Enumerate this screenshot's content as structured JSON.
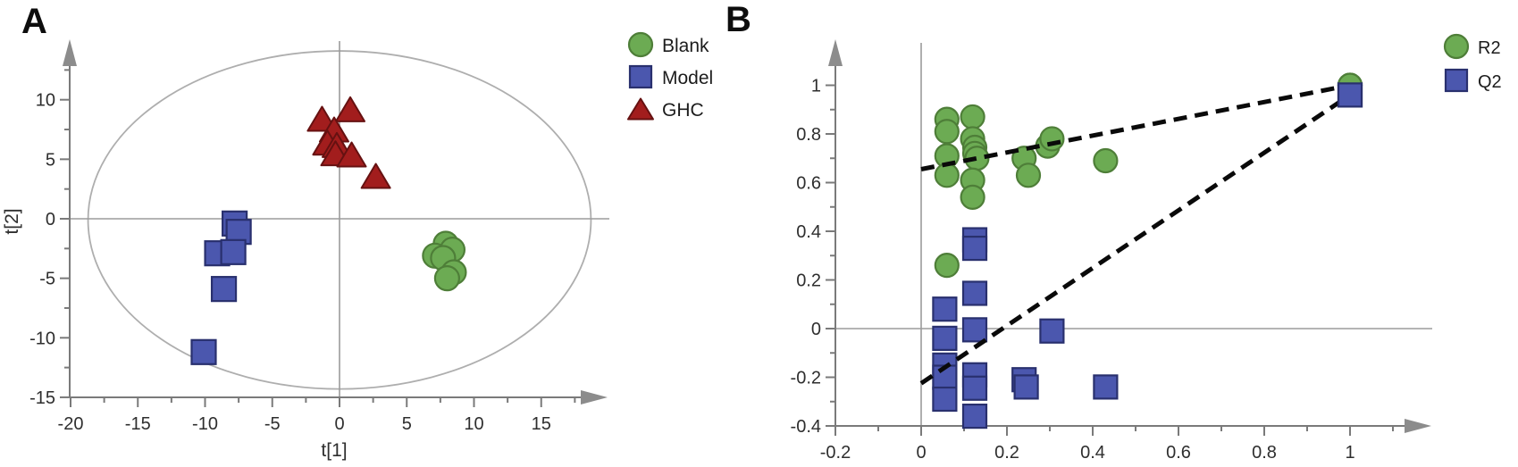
{
  "colors": {
    "background": "#ffffff",
    "axis": "#7a7a7a",
    "arrow": "#8c8c8c",
    "zero_line": "#9b9b9b",
    "ellipse": "#aeaeae",
    "dash_line": "#0a0a0a",
    "tick_text": "#2e2e2e",
    "legend_text": "#1c1c1c",
    "blank_green_fill": "#6cab53",
    "blank_green_stroke": "#4e7e38",
    "model_blue_fill": "#4b57ae",
    "model_blue_stroke": "#29306e",
    "ghc_red_fill": "#a21d1d",
    "ghc_red_stroke": "#661111"
  },
  "chart_data": [
    {
      "type": "scatter",
      "panel_label": "A",
      "xlabel": "t[1]",
      "ylabel": "t[2]",
      "xlim": [
        -20.3,
        19.8
      ],
      "ylim": [
        -15.0,
        15.1
      ],
      "grid": false,
      "zero_lines": true,
      "legend_position": "top-right-outside",
      "x_ticks": [
        -20,
        -15,
        -10,
        -5,
        0,
        5,
        10,
        15
      ],
      "x_tick_labels": [
        "-20",
        "-15",
        "-10",
        "-5",
        "0",
        "5",
        "10",
        "15"
      ],
      "x_minor_ticks": [
        -17.5,
        -12.5,
        -7.5,
        -2.5,
        2.5,
        7.5,
        12.5,
        17.5
      ],
      "y_ticks": [
        -15,
        -10,
        -5,
        0,
        5,
        10
      ],
      "y_tick_labels": [
        "-15",
        "-10",
        "-5",
        "0",
        "5",
        "10"
      ],
      "y_minor_ticks": [
        -12.5,
        -7.5,
        -2.5,
        2.5,
        7.5,
        12.5
      ],
      "hotelling_ellipse": {
        "cx": 0,
        "cy": -0.1,
        "rx": 18.7,
        "ry": 14.2
      },
      "series": [
        {
          "name": "Blank",
          "marker": "circle",
          "fill": "#6cab53",
          "stroke": "#4e7e38",
          "points": [
            [
              7.9,
              -2.1
            ],
            [
              8.4,
              -2.6
            ],
            [
              7.1,
              -3.1
            ],
            [
              7.7,
              -3.3
            ],
            [
              8.5,
              -4.5
            ],
            [
              8.0,
              -5.0
            ]
          ]
        },
        {
          "name": "Model",
          "marker": "square",
          "fill": "#4b57ae",
          "stroke": "#29306e",
          "points": [
            [
              -7.8,
              -0.4
            ],
            [
              -7.5,
              -1.1
            ],
            [
              -9.1,
              -2.9
            ],
            [
              -7.9,
              -2.8
            ],
            [
              -8.6,
              -5.9
            ],
            [
              -10.1,
              -11.2
            ]
          ]
        },
        {
          "name": "GHC",
          "marker": "triangle",
          "fill": "#a21d1d",
          "stroke": "#661111",
          "points": [
            [
              0.8,
              9.2
            ],
            [
              -1.3,
              8.4
            ],
            [
              -0.4,
              7.5
            ],
            [
              -0.9,
              6.4
            ],
            [
              -0.2,
              6.2
            ],
            [
              -0.3,
              5.5
            ],
            [
              0.9,
              5.4
            ],
            [
              2.7,
              3.6
            ]
          ]
        }
      ]
    },
    {
      "type": "scatter",
      "panel_label": "B",
      "xlabel": "",
      "ylabel": "",
      "xlim": [
        -0.25,
        1.18
      ],
      "ylim": [
        -0.44,
        1.18
      ],
      "grid": false,
      "zero_lines": true,
      "legend_position": "top-right-outside",
      "x_ticks": [
        -0.2,
        0,
        0.2,
        0.4,
        0.6,
        0.8,
        1
      ],
      "x_tick_labels": [
        "-0.2",
        "0",
        "0.2",
        "0.4",
        "0.6",
        "0.8",
        "1"
      ],
      "x_minor_ticks": [
        -0.1,
        0.1,
        0.3,
        0.5,
        0.7,
        0.9,
        1.1
      ],
      "y_ticks": [
        -0.4,
        -0.2,
        0,
        0.2,
        0.4,
        0.6,
        0.8,
        1
      ],
      "y_tick_labels": [
        "-0.4",
        "-0.2",
        "0",
        "0.2",
        "0.4",
        "0.6",
        "0.8",
        "1"
      ],
      "y_minor_ticks": [
        -0.3,
        -0.1,
        0.1,
        0.3,
        0.5,
        0.7,
        0.9
      ],
      "series": [
        {
          "name": "R2",
          "marker": "circle",
          "fill": "#6cab53",
          "stroke": "#4e7e38",
          "points": [
            [
              0.06,
              0.86
            ],
            [
              0.06,
              0.81
            ],
            [
              0.06,
              0.71
            ],
            [
              0.06,
              0.63
            ],
            [
              0.06,
              0.26
            ],
            [
              0.12,
              0.87
            ],
            [
              0.12,
              0.78
            ],
            [
              0.125,
              0.745
            ],
            [
              0.125,
              0.72
            ],
            [
              0.13,
              0.7
            ],
            [
              0.12,
              0.61
            ],
            [
              0.12,
              0.54
            ],
            [
              0.24,
              0.7
            ],
            [
              0.25,
              0.63
            ],
            [
              0.295,
              0.75
            ],
            [
              0.305,
              0.78
            ],
            [
              0.43,
              0.69
            ],
            [
              1.0,
              1.0
            ]
          ]
        },
        {
          "name": "Q2",
          "marker": "square",
          "fill": "#4b57ae",
          "stroke": "#29306e",
          "points": [
            [
              0.125,
              0.365
            ],
            [
              0.125,
              0.33
            ],
            [
              0.125,
              0.145
            ],
            [
              0.055,
              0.08
            ],
            [
              0.125,
              -0.005
            ],
            [
              0.055,
              -0.04
            ],
            [
              0.055,
              -0.15
            ],
            [
              0.055,
              -0.2
            ],
            [
              0.055,
              -0.29
            ],
            [
              0.125,
              -0.19
            ],
            [
              0.125,
              -0.245
            ],
            [
              0.125,
              -0.36
            ],
            [
              0.24,
              -0.21
            ],
            [
              0.245,
              -0.24
            ],
            [
              0.305,
              -0.01
            ],
            [
              0.43,
              -0.24
            ],
            [
              1.0,
              0.96
            ]
          ]
        }
      ],
      "regression_lines": [
        {
          "series": "R2",
          "style": "dashed",
          "from": [
            0,
            0.655
          ],
          "to": [
            1,
            1.0
          ]
        },
        {
          "series": "Q2",
          "style": "dashed",
          "from": [
            0,
            -0.225
          ],
          "to": [
            1,
            0.96
          ]
        }
      ]
    }
  ]
}
